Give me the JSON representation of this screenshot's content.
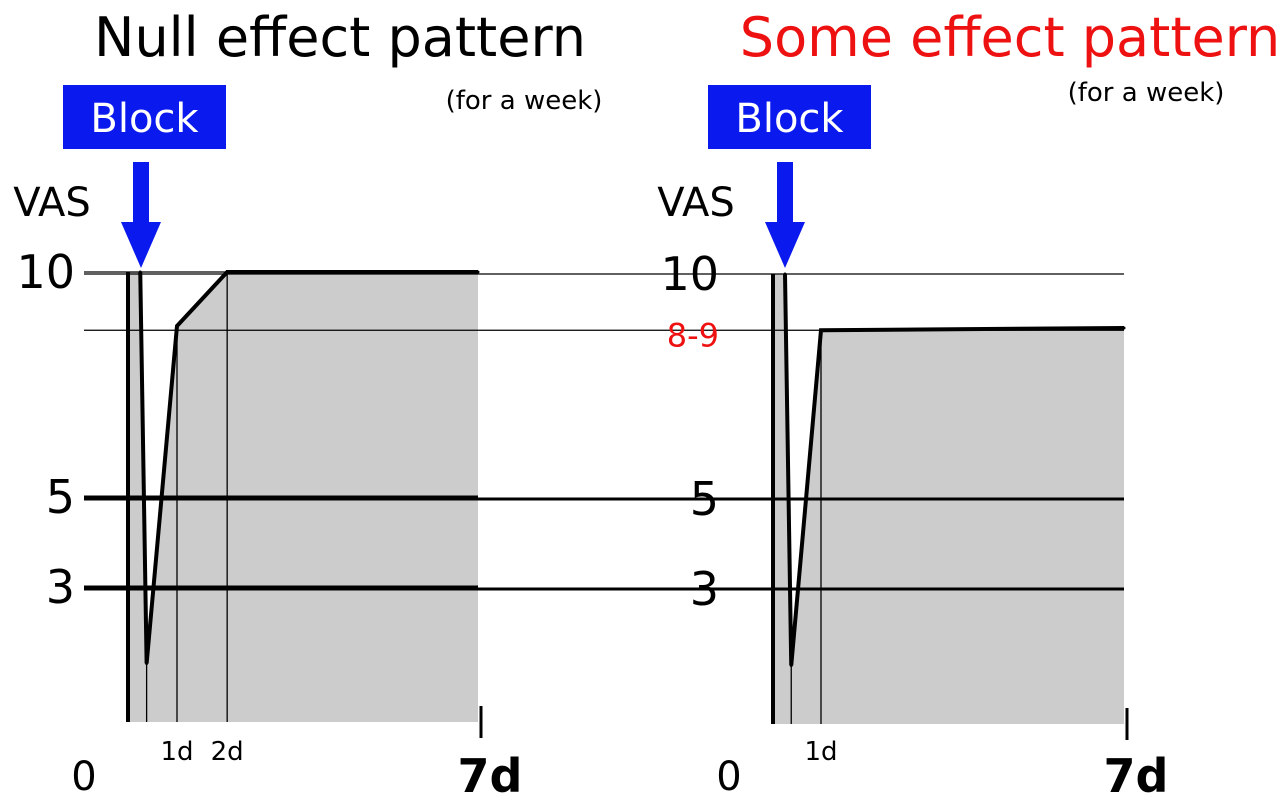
{
  "colors": {
    "accent_red": "#ee1111",
    "block_blue": "#0a1aee",
    "fill_gray": "#cccccc",
    "line": "#000000",
    "text": "#000000"
  },
  "chart_data": [
    {
      "type": "area",
      "title": "Null effect pattern",
      "annotation": "(for a week)",
      "marker_label": "Block",
      "ylabel": "VAS",
      "ylim": [
        0,
        10
      ],
      "y_ticks": [
        {
          "value": 10,
          "label": "10"
        },
        {
          "value": 5,
          "label": "5"
        },
        {
          "value": 3,
          "label": "3"
        }
      ],
      "x_ticks": [
        {
          "value": 0,
          "label": "0"
        },
        {
          "value": 1,
          "label": "1d"
        },
        {
          "value": 2,
          "label": "2d"
        },
        {
          "value": 7,
          "label": "7d"
        }
      ],
      "points": [
        {
          "x": 0.25,
          "y": 10
        },
        {
          "x": 0.38,
          "y": 1.3
        },
        {
          "x": 1,
          "y": 8.8
        },
        {
          "x": 2,
          "y": 10
        },
        {
          "x": 7,
          "y": 10
        }
      ]
    },
    {
      "type": "area",
      "title": "Some effect pattern",
      "annotation": "(for a week)",
      "marker_label": "Block",
      "ylabel": "VAS",
      "ylim": [
        0,
        10
      ],
      "y_ticks": [
        {
          "value": 10,
          "label": "10"
        },
        {
          "value": 8.75,
          "label": "8-9"
        },
        {
          "value": 5,
          "label": "5"
        },
        {
          "value": 3,
          "label": "3"
        }
      ],
      "x_ticks": [
        {
          "value": 0,
          "label": "0"
        },
        {
          "value": 1,
          "label": "1d"
        },
        {
          "value": 7,
          "label": "7d"
        }
      ],
      "points": [
        {
          "x": 0.25,
          "y": 10
        },
        {
          "x": 0.38,
          "y": 1.3
        },
        {
          "x": 1,
          "y": 8.75
        },
        {
          "x": 7,
          "y": 8.8
        }
      ]
    }
  ]
}
